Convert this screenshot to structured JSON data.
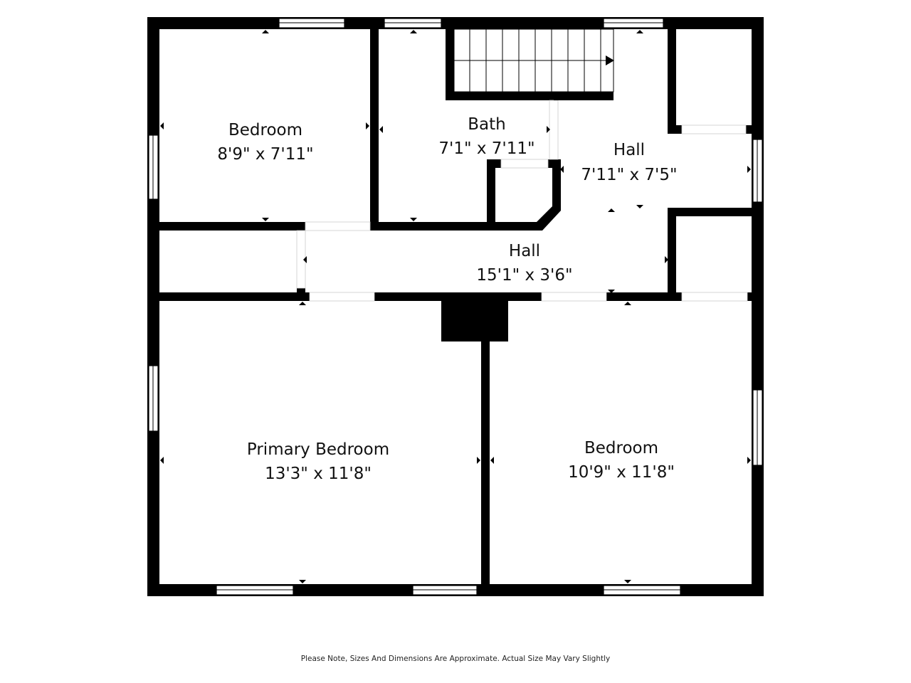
{
  "rooms": {
    "bedroom_top_left": {
      "name": "Bedroom",
      "dims": "8'9\" x 7'11\""
    },
    "bath": {
      "name": "Bath",
      "dims": "7'1\" x 7'11\""
    },
    "hall_upper": {
      "name": "Hall",
      "dims": "7'11\" x 7'5\""
    },
    "hall_center": {
      "name": "Hall",
      "dims": "15'1\" x 3'6\""
    },
    "primary_bedroom": {
      "name": "Primary Bedroom",
      "dims": "13'3\" x 11'8\""
    },
    "bedroom_right": {
      "name": "Bedroom",
      "dims": "10'9\" x 11'8\""
    }
  },
  "footer_note": "Please Note, Sizes And Dimensions Are Approximate. Actual Size May Vary Slightly",
  "colors": {
    "wall": "#000000",
    "background": "#ffffff"
  },
  "icons": [
    "stair-arrow-icon",
    "dimension-marker-icon"
  ]
}
